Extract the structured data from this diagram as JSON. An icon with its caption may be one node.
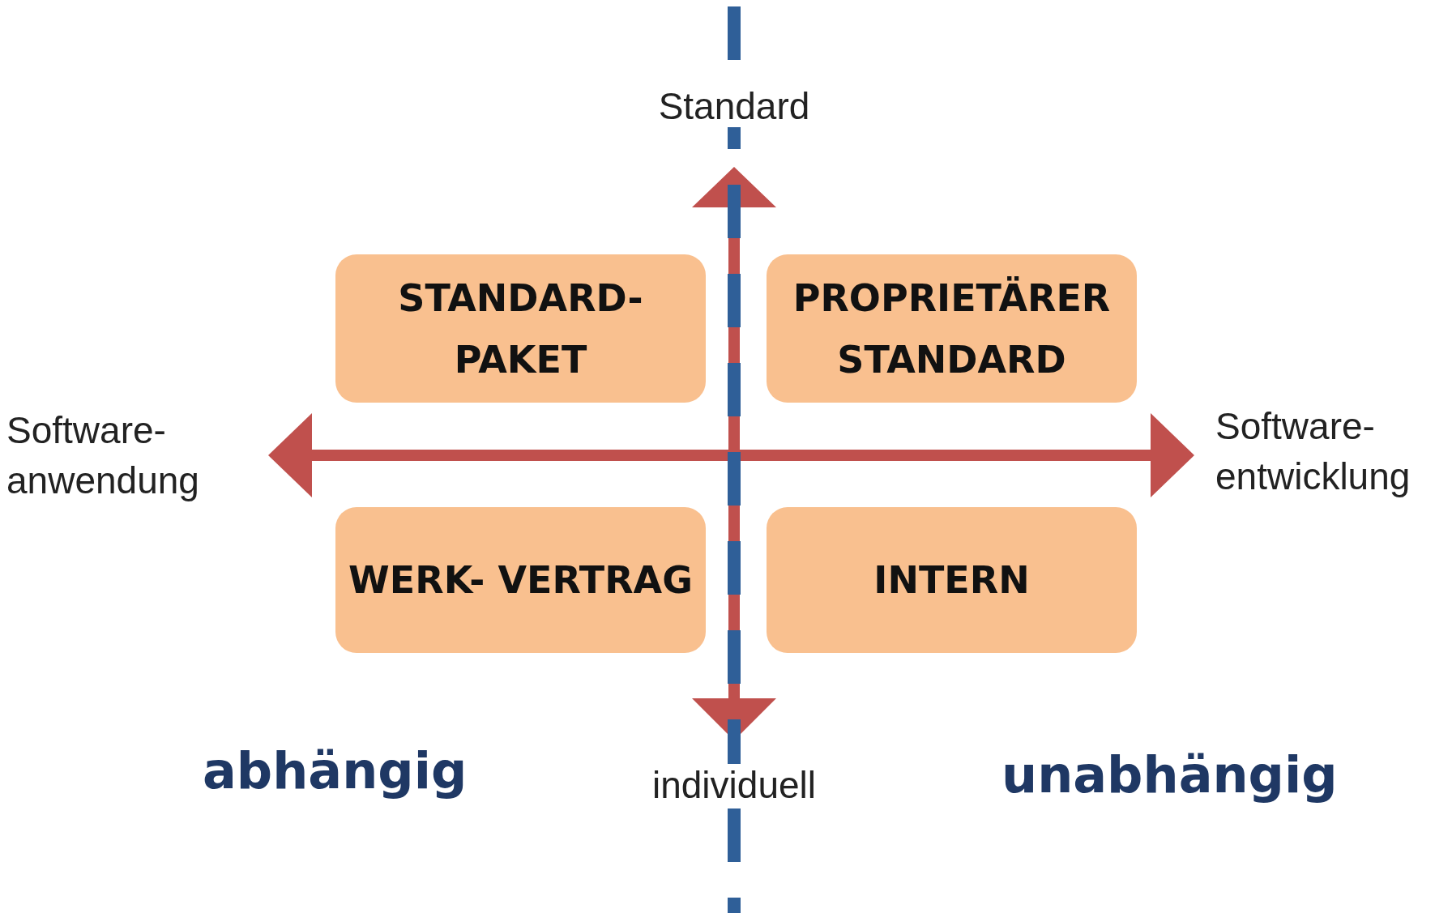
{
  "diagram": {
    "nodes": [
      {
        "text": [
          "STANDARD- PAKET"
        ]
      },
      {
        "text": [
          "PROPRIETÄRER STANDARD"
        ]
      },
      {
        "text": [
          "WERK- VERTRAG"
        ]
      },
      {
        "text": [
          "INTERN"
        ]
      }
    ],
    "labels": [
      "Standard",
      "Software- anwendung",
      "Software- entwicklung",
      "abhängig",
      "individuell",
      "unabhängig"
    ]
  }
}
